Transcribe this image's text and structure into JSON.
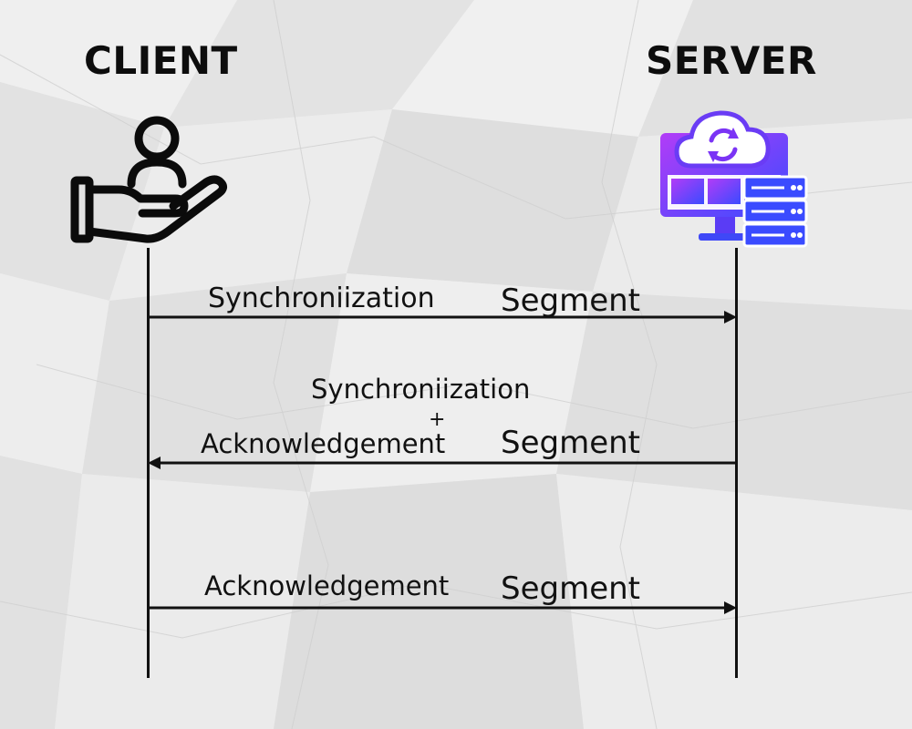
{
  "participants": {
    "client": "CLIENT",
    "server": "SERVER"
  },
  "messages": [
    {
      "label": "Synchroniization",
      "segment": "Segment",
      "direction": "client-to-server"
    },
    {
      "label_line1": "Synchroniization",
      "plus": "+",
      "label_line2": "Acknowledgement",
      "segment": "Segment",
      "direction": "server-to-client"
    },
    {
      "label": "Acknowledgement",
      "segment": "Segment",
      "direction": "client-to-server"
    }
  ],
  "icons": {
    "client": "hand-holding-person-icon",
    "server": "cloud-sync-server-icon"
  },
  "colors": {
    "background": "#e9e9e9",
    "ink": "#111111",
    "server_icon_purple": "#8b2cf5",
    "server_icon_blue": "#3a4bff"
  }
}
